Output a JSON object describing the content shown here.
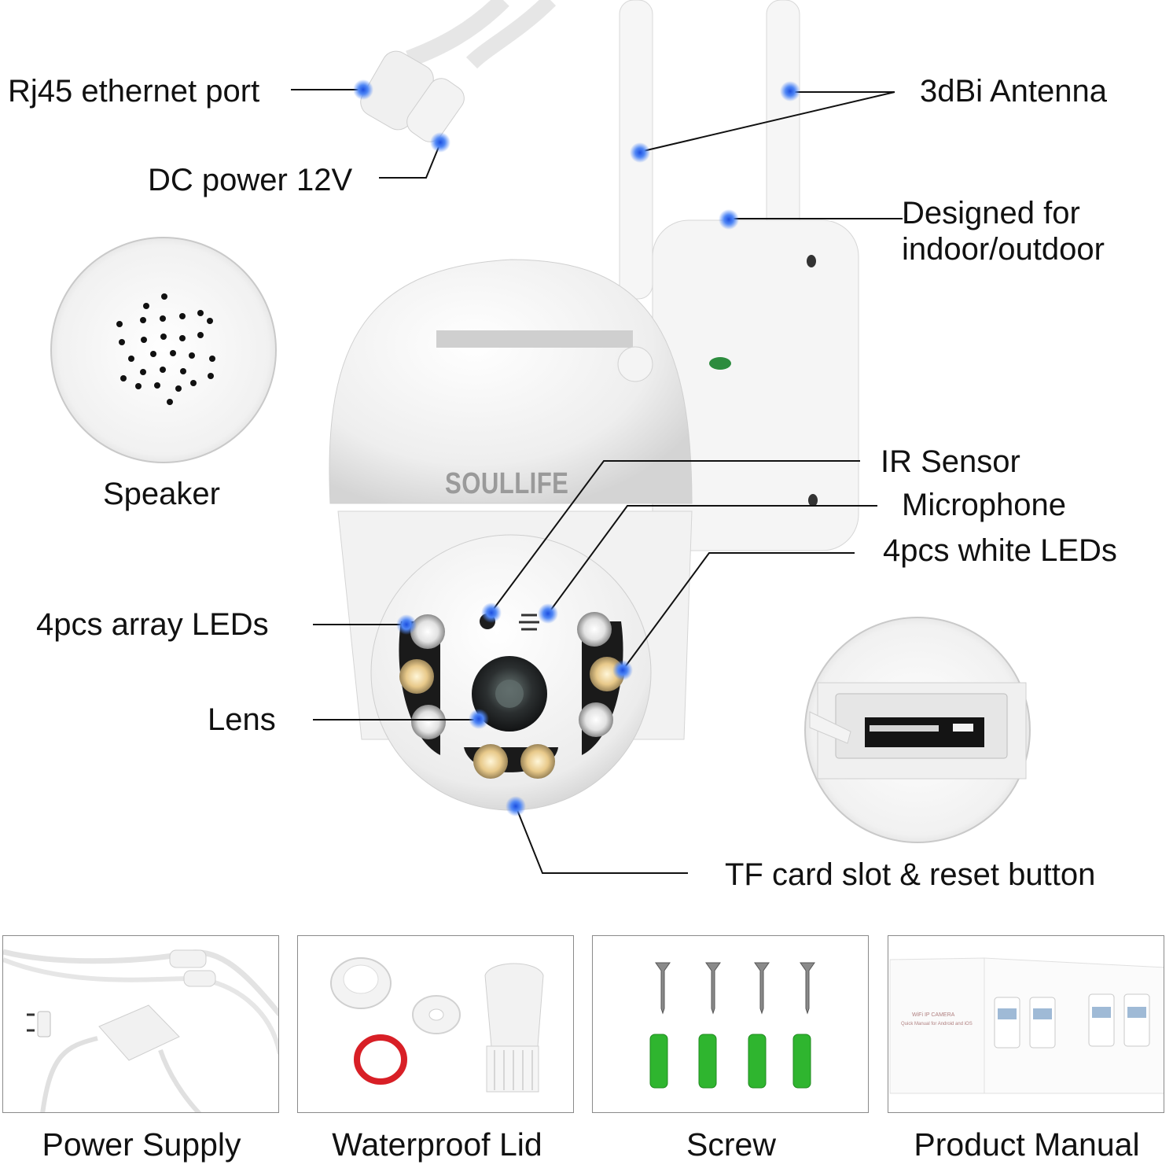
{
  "brand": "SOULLIFE",
  "callouts": {
    "rj45": "Rj45 ethernet port",
    "dc_power": "DC power 12V",
    "antenna": "3dBi Antenna",
    "designed_line1": "Designed for",
    "designed_line2": "indoor/outdoor",
    "speaker": "Speaker",
    "ir_sensor": "IR Sensor",
    "microphone": "Microphone",
    "white_leds": "4pcs white LEDs",
    "array_leds": "4pcs array LEDs",
    "lens": "Lens",
    "tf_card": "TF card slot & reset button"
  },
  "accessories": [
    {
      "label": "Power Supply"
    },
    {
      "label": "Waterproof Lid"
    },
    {
      "label": "Screw"
    },
    {
      "label": "Product Manual"
    }
  ],
  "manual": {
    "title": "WiFi IP CAMERA",
    "subtitle": "Quick Manual for Android and iOS"
  },
  "colors": {
    "callout_dot": "#2f6df0",
    "line": "#111111",
    "anchor_green": "#2fb52f",
    "seal_red": "#d81f26",
    "camera_body": "#f4f4f4"
  }
}
